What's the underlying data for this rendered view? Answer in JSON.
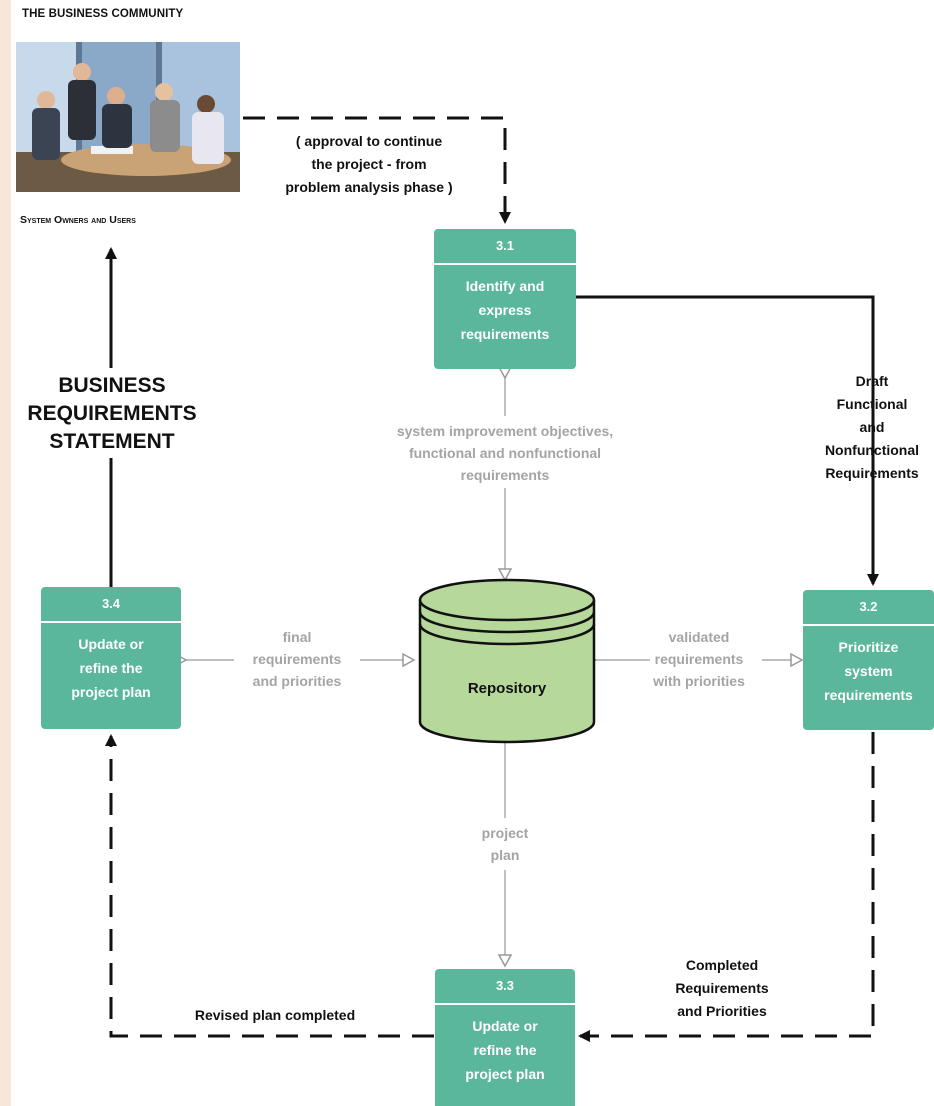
{
  "header": {
    "title": "THE BUSINESS COMMUNITY",
    "owners_label": "System Owners and Users"
  },
  "photo": {
    "name": "business-meeting-photo"
  },
  "boxes": {
    "b31": {
      "number": "3.1",
      "text": "Identify and\nexpress\nrequirements"
    },
    "b32": {
      "number": "3.2",
      "text": "Prioritize\nsystem\nrequirements"
    },
    "b33": {
      "number": "3.3",
      "text": "Update or\nrefine the\nproject plan"
    },
    "b34": {
      "number": "3.4",
      "text": "Update or\nrefine the\nproject plan"
    }
  },
  "repository": {
    "label": "Repository"
  },
  "flows": {
    "approval": "( approval to continue\nthe project - from\nproblem analysis phase )",
    "objectives": "system improvement objectives,\nfunctional  and nonfunctional\nrequirements",
    "draft": "Draft\nFunctional\nand\nNonfunctional\nRequirements",
    "validated": "validated\nrequirements\nwith priorities",
    "final": "final\nrequirements\nand priorities",
    "project_plan": "project\nplan",
    "completed": "Completed\nRequirements\nand Priorities",
    "revised": "Revised plan completed",
    "brs": "BUSINESS\nREQUIREMENTS\nSTATEMENT"
  },
  "colors": {
    "process_box": "#5bb79b",
    "repository_fill": "#b6d89a",
    "grey_flow": "#a4a4a4",
    "black_flow": "#111111"
  }
}
